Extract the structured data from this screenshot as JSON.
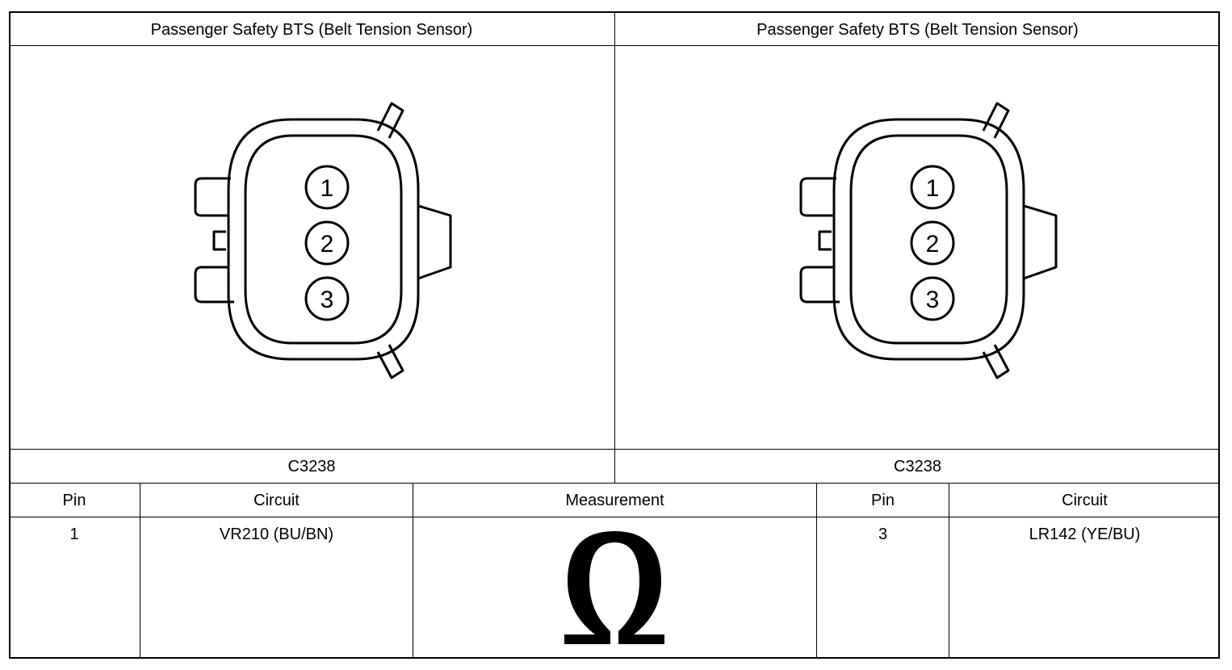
{
  "header": {
    "left_title": "Passenger Safety BTS (Belt Tension Sensor)",
    "right_title": "Passenger Safety BTS (Belt Tension Sensor)"
  },
  "connectors": {
    "left": {
      "id": "C3238",
      "pins": [
        "1",
        "2",
        "3"
      ]
    },
    "right": {
      "id": "C3238",
      "pins": [
        "1",
        "2",
        "3"
      ]
    }
  },
  "table": {
    "headers": {
      "pin_a": "Pin",
      "circuit_a": "Circuit",
      "measurement": "Measurement",
      "pin_b": "Pin",
      "circuit_b": "Circuit"
    },
    "row": {
      "pin_a": "1",
      "circuit_a": "VR210 (BU/BN)",
      "measurement_icon": "omega-icon",
      "pin_b": "3",
      "circuit_b": "LR142 (YE/BU)"
    }
  }
}
